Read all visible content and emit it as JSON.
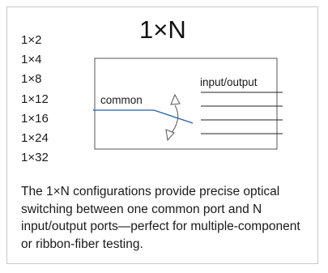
{
  "title": "1×N",
  "configurations": [
    "1×2",
    "1×4",
    "1×8",
    "1×12",
    "1×16",
    "1×24",
    "1×32"
  ],
  "diagram": {
    "common_label": "common",
    "io_label": "input/output",
    "fiber_color": "#1f5fa8",
    "line_color": "#222222",
    "box_border_color": "#555555"
  },
  "description": "The 1×N configurations provide precise optical switching between one common port and N input/output ports—perfect for multiple-component or ribbon-fiber testing."
}
